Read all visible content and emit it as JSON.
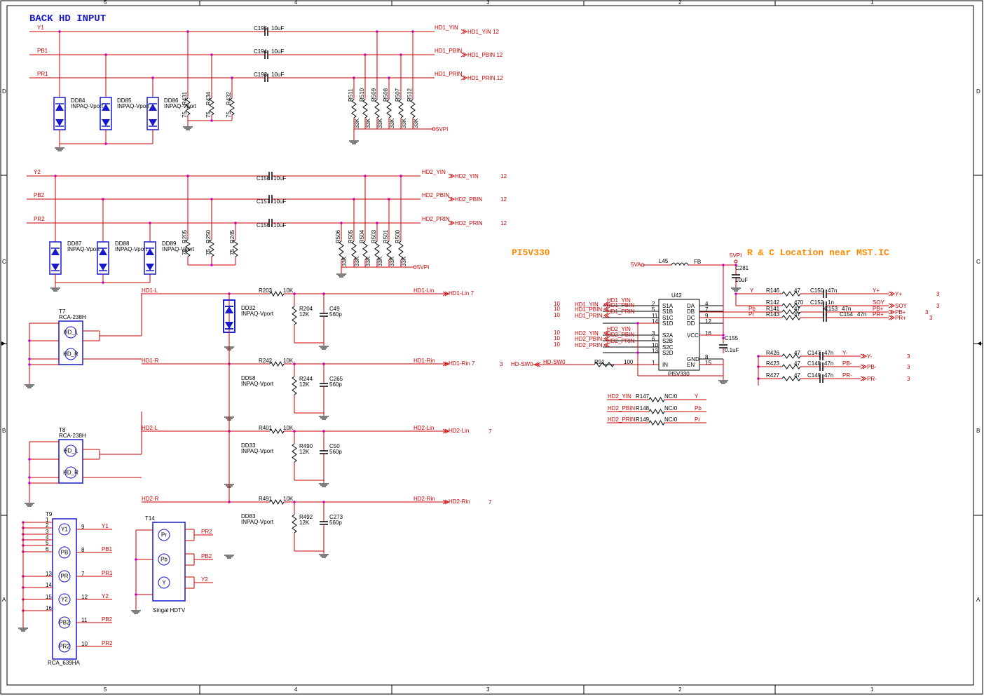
{
  "titles": {
    "main": "BACK HD INPUT",
    "switch": "PI5V330",
    "rc_note": "R & C Location near MST.IC"
  },
  "border": {
    "cols": [
      "5",
      "4",
      "3",
      "2",
      "1"
    ],
    "rows": [
      "D",
      "C",
      "B",
      "A"
    ]
  },
  "hd1": {
    "nets": [
      "Y1",
      "PB1",
      "PR1"
    ],
    "caps": [
      "C195",
      "C194",
      "C193"
    ],
    "cap_value": "10uF",
    "outs": [
      "HD1_YIN",
      "HD1_PBIN",
      "HD1_PRIN"
    ],
    "out_refs": [
      "HD1_YIN 12",
      "HD1_PBIN 12",
      "HD1_PRIN 12"
    ],
    "term_res": [
      "R431",
      "R434",
      "R432"
    ],
    "term_value": "75",
    "bias_res": [
      "R511",
      "R510",
      "R509",
      "R508",
      "R507",
      "R512"
    ],
    "bias_value": "33K",
    "rail": "5VPI",
    "diodes": [
      "DD84",
      "DD85",
      "DD86"
    ],
    "diode_part": "INPAQ-Vport"
  },
  "hd2": {
    "nets": [
      "Y2",
      "PB2",
      "PR2"
    ],
    "caps": [
      "C158",
      "C157",
      "C156"
    ],
    "cap_value": "10uF",
    "outs": [
      "HD2_YIN",
      "HD2_PBIN",
      "HD2_PRIN"
    ],
    "page": "12",
    "term_res": [
      "R205",
      "R250",
      "R245"
    ],
    "term_value": "75",
    "bias_res": [
      "R506",
      "R505",
      "R504",
      "R503",
      "R501",
      "R500"
    ],
    "bias_value": "33K",
    "rail": "5VPI",
    "diodes": [
      "DD87",
      "DD88",
      "DD89"
    ],
    "diode_part": "INPAQ-Vport"
  },
  "audio": [
    {
      "in": "HD1-L",
      "res": "R203",
      "rval": "10K",
      "shunt": "R204",
      "sval": "12K",
      "cap": "C49",
      "cval": "560p",
      "out": "HD1-Lin",
      "ref": "HD1-Lin 7",
      "diode": "DD32"
    },
    {
      "in": "HD1-R",
      "res": "R242",
      "rval": "10K",
      "shunt": "R244",
      "sval": "12K",
      "cap": "C265",
      "cval": "560p",
      "out": "HD1-Rin",
      "ref": "HD1-Rin  7",
      "diode": "DD58"
    },
    {
      "in": "HD2-L",
      "res": "R401",
      "rval": "10K",
      "shunt": "R490",
      "sval": "12K",
      "cap": "C50",
      "cval": "560p",
      "out": "HD2-Lin",
      "ref": "HD2-Lin",
      "page": "7",
      "diode": "DD33"
    },
    {
      "in": "HD2-R",
      "res": "R491",
      "rval": "10K",
      "shunt": "R492",
      "sval": "12K",
      "cap": "C273",
      "cval": "560p",
      "out": "HD2-Rin",
      "ref": "HD2-Rin",
      "page": "7",
      "diode": "DD83"
    }
  ],
  "audio_diode_part": "INPAQ-Vport",
  "connectors": {
    "t7": {
      "ref": "T7",
      "part": "RCA-238H",
      "jacks": [
        "HD_L",
        "HD_R"
      ]
    },
    "t8": {
      "ref": "T8",
      "part": "RCA-238H",
      "jacks": [
        "HD_L",
        "HD_R"
      ]
    },
    "t9": {
      "ref": "T9",
      "part": "RCA_639HA",
      "jacks": [
        "Y1",
        "PB",
        "PR",
        "Y2",
        "PB2",
        "PR2"
      ],
      "nets": [
        "Y1",
        "PB1",
        "PR1",
        "Y2",
        "PB2",
        "PR2"
      ],
      "pins_right": [
        "9",
        "8",
        "7",
        "12",
        "11",
        "10"
      ],
      "pins_left": [
        "1",
        "2",
        "3",
        "4",
        "5",
        "6",
        "13",
        "14",
        "15",
        "16"
      ]
    },
    "t14": {
      "ref": "T14",
      "part": "Singal HDTV",
      "jacks": [
        "Pr",
        "Pb",
        "Y"
      ],
      "nets": [
        "PR2",
        "PB2",
        "Y2"
      ]
    }
  },
  "u42": {
    "ref": "U42",
    "part": "PI5V330",
    "pins_left": [
      "S1A",
      "S1B",
      "S1C",
      "S1D",
      "S2A",
      "S2B",
      "S2C",
      "S2D",
      "IN"
    ],
    "pins_right": [
      "DA",
      "DB",
      "DC",
      "DD",
      "VCC",
      "GND",
      "EN"
    ],
    "left_nums": [
      "2",
      "5",
      "11",
      "14",
      "3",
      "6",
      "10",
      "13",
      "1"
    ],
    "right_nums": [
      "4",
      "7",
      "9",
      "12",
      "16",
      "8",
      "15"
    ],
    "in_nets": [
      "HD1_YIN",
      "HD1_PBIN",
      "HD1_PRIN",
      "HD2_YIN",
      "HD2_PBIN",
      "HD2_PRIN"
    ],
    "in_pages": [
      "10",
      "10",
      "10",
      "10",
      "10",
      "10"
    ],
    "sw_net": "HD-SW0",
    "sw_page": "3",
    "sw_res": "R91",
    "sw_val": "100",
    "vcc_rail": "5VA",
    "inductor": "L45",
    "ind_val": "FB",
    "vpi": "5VPI",
    "bulk_cap": "C281",
    "bulk_val": "10uF",
    "dec_cap": "C155",
    "dec_val": "0.1uF"
  },
  "outputs": [
    {
      "net": "Y",
      "res": "R146",
      "rval": "47",
      "cap": "C150",
      "cval": "47n",
      "out": "Y+",
      "page": "3"
    },
    {
      "net": "",
      "res": "R142",
      "rval": "470",
      "cap": "C152",
      "cval": "1n",
      "out": "SOY",
      "page": "3"
    },
    {
      "net": "Pb",
      "res": "R141",
      "rval": "47",
      "cap": "C153",
      "cval": "47n",
      "out": "PB+",
      "page": "3"
    },
    {
      "net": "Pr",
      "res": "R143",
      "rval": "47",
      "cap": "C154",
      "cval": "47n",
      "out": "PR+",
      "page": "3"
    }
  ],
  "neg_outputs": [
    {
      "res": "R426",
      "rval": "47",
      "cap": "C147",
      "cval": "47n",
      "out": "Y-",
      "page": "3"
    },
    {
      "res": "R423",
      "rval": "47",
      "cap": "C148",
      "cval": "47n",
      "out": "PB-",
      "page": "3"
    },
    {
      "res": "R427",
      "rval": "47",
      "cap": "C149",
      "cval": "47n",
      "out": "PR-",
      "page": "3"
    }
  ],
  "nc_jumpers": [
    {
      "net": "HD2_YIN",
      "res": "R147",
      "val": "NC/0",
      "out": "Y"
    },
    {
      "net": "HD2_PBIN",
      "res": "R148",
      "val": "NC/0",
      "out": "Pb"
    },
    {
      "net": "HD2_PRIN",
      "res": "R149",
      "val": "NC/0",
      "out": "Pr"
    }
  ],
  "colors": {
    "wire": "#cc0000",
    "junction": "#cc00cc",
    "diode": "#1a1acc",
    "component": "#000000",
    "title": "#1a1acc",
    "note": "#ff8800"
  }
}
